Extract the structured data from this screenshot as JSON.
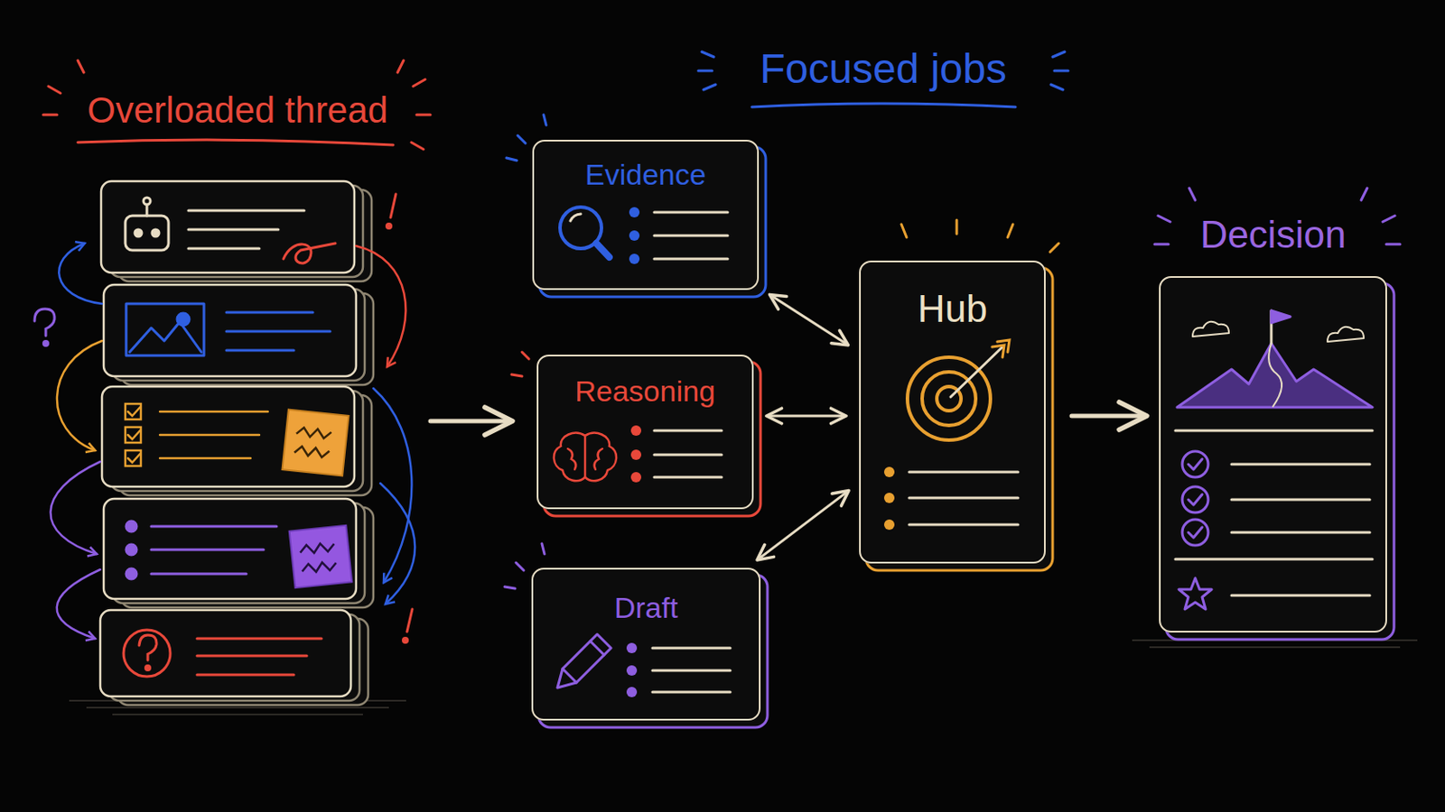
{
  "diagram": {
    "nodes": [
      {
        "text": [
          "Overloaded thread"
        ]
      },
      {
        "text": [
          "Evidence"
        ]
      },
      {
        "text": [
          "Reasoning"
        ]
      },
      {
        "text": [
          "Draft"
        ]
      },
      {
        "text": [
          "Hub"
        ]
      },
      {
        "text": [
          "Decision"
        ]
      }
    ],
    "edges": [
      {
        "from": 0,
        "to": 2,
        "arrow": "to"
      },
      {
        "from": 1,
        "to": 4,
        "arrow": "both"
      },
      {
        "from": 2,
        "to": 4,
        "arrow": "both"
      },
      {
        "from": 3,
        "to": 4,
        "arrow": "both"
      },
      {
        "from": 4,
        "to": 5,
        "arrow": "to"
      }
    ],
    "labels": [
      "Focused jobs"
    ]
  }
}
